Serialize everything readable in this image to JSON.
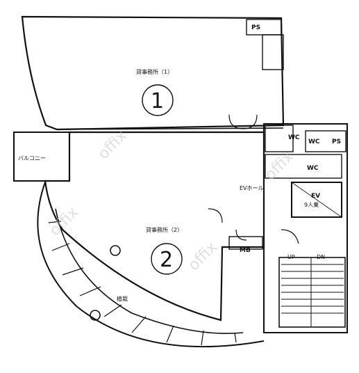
{
  "floorplan": {
    "rooms": {
      "office1": {
        "label": "貸事務所（1）",
        "number": "1"
      },
      "office2": {
        "label": "貸事務所（2）",
        "number": "2"
      },
      "ev_hall": {
        "label": "EVホール"
      },
      "elevator": {
        "label": "EV",
        "capacity": "9人乗"
      },
      "balcony": {
        "label": "バルコニー"
      },
      "garden": {
        "label": "植栽"
      },
      "ps_top": {
        "label": "PS"
      },
      "ps_right": {
        "label": "PS"
      },
      "wc1": {
        "label": "WC"
      },
      "wc2": {
        "label": "WC"
      },
      "wc3": {
        "label": "WC"
      },
      "mb": {
        "label": "MB"
      },
      "stair_up": {
        "label": "UP"
      },
      "stair_dn": {
        "label": "DN"
      }
    },
    "watermark": "offix"
  }
}
